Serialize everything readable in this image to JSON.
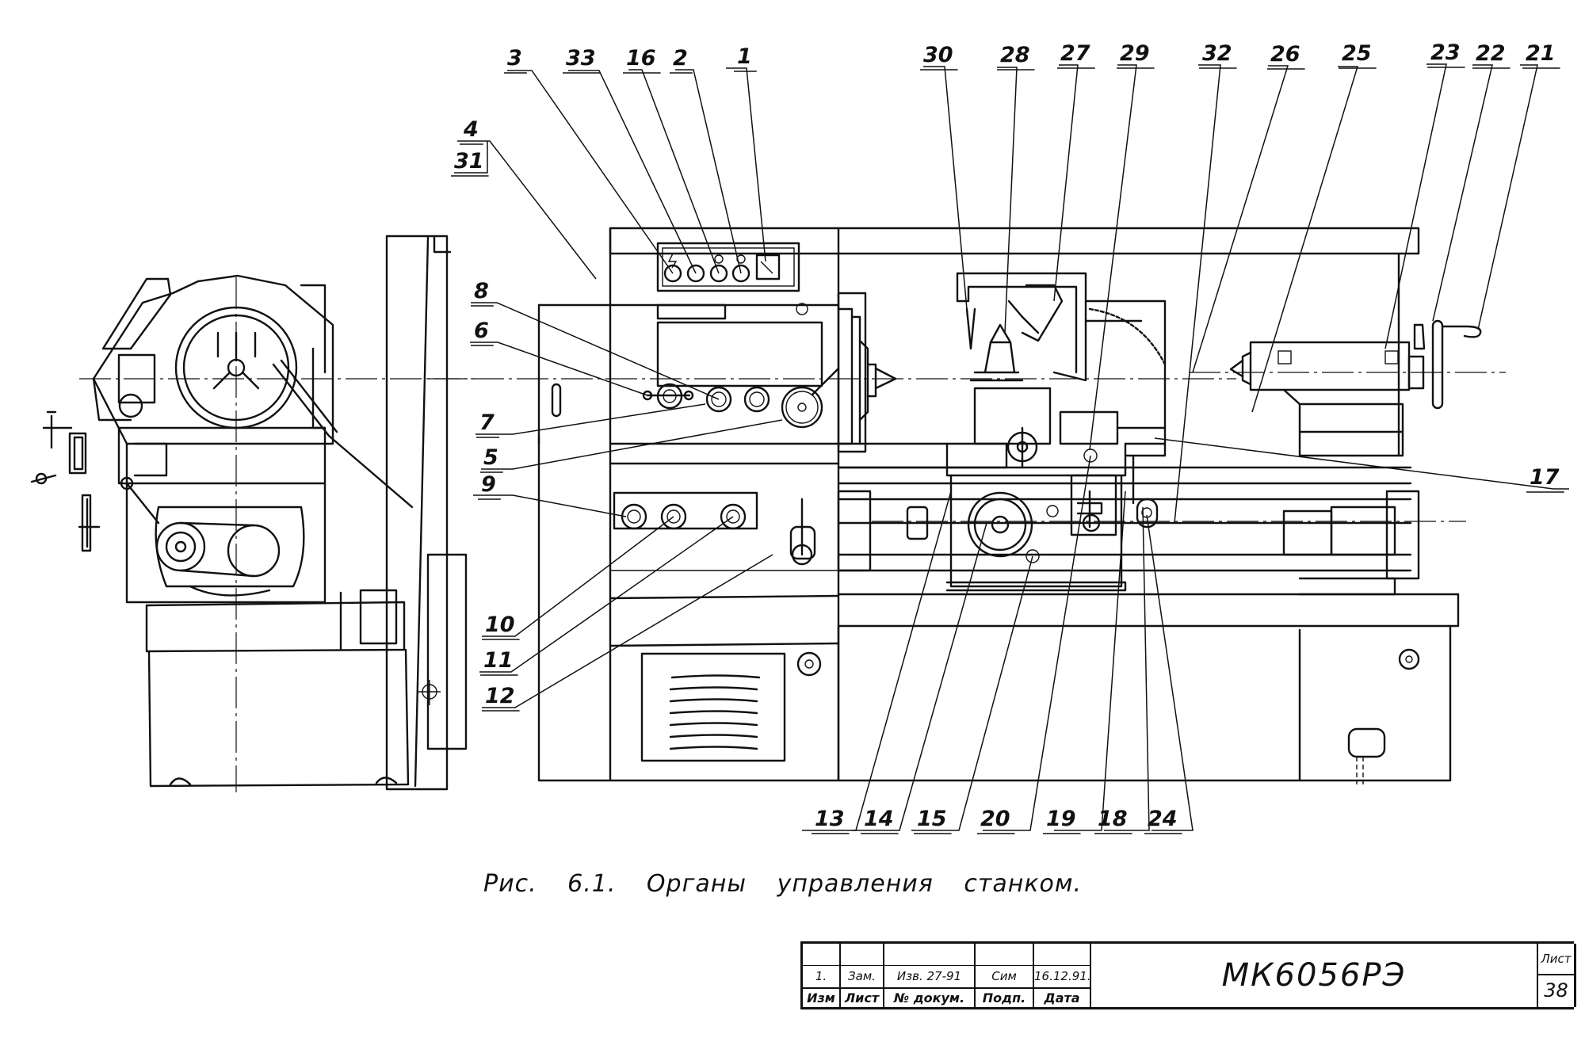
{
  "figure": {
    "caption": "Рис. 6.1. Органы управления станком.",
    "subject": "Lathe MK6056 — machine controls, front view and left end view"
  },
  "callouts": {
    "top_left": [
      "3",
      "33",
      "16",
      "2",
      "1"
    ],
    "stacked": [
      "4",
      "31"
    ],
    "left_side": [
      "8",
      "6",
      "7",
      "5",
      "9",
      "10",
      "11",
      "12"
    ],
    "top_right": [
      "30",
      "28",
      "27",
      "29",
      "32",
      "26",
      "25",
      "23",
      "22",
      "21"
    ],
    "right_side": [
      "17"
    ],
    "bottom": [
      "13",
      "14",
      "15",
      "20",
      "19",
      "18",
      "24"
    ]
  },
  "title_block": {
    "revision_row": {
      "change_no": "1.",
      "sheet": "Зам.",
      "document_no": "Изв. 27-91",
      "signature": "Сим",
      "date": "16.12.91."
    },
    "header_row": {
      "change_no": "Изм",
      "sheet": "Лист",
      "document_no": "№ докум.",
      "signature": "Подп.",
      "date": "Дата"
    },
    "document_code": "МК6056РЭ",
    "sheet_label": "Лист",
    "sheet_number": "38"
  },
  "icons": {
    "control_panel_indicators": [
      "lightning-indicator",
      "lamp",
      "button",
      "button",
      "ammeter"
    ],
    "handwheels": [
      "carriage-handwheel",
      "tailstock-handwheel"
    ]
  }
}
